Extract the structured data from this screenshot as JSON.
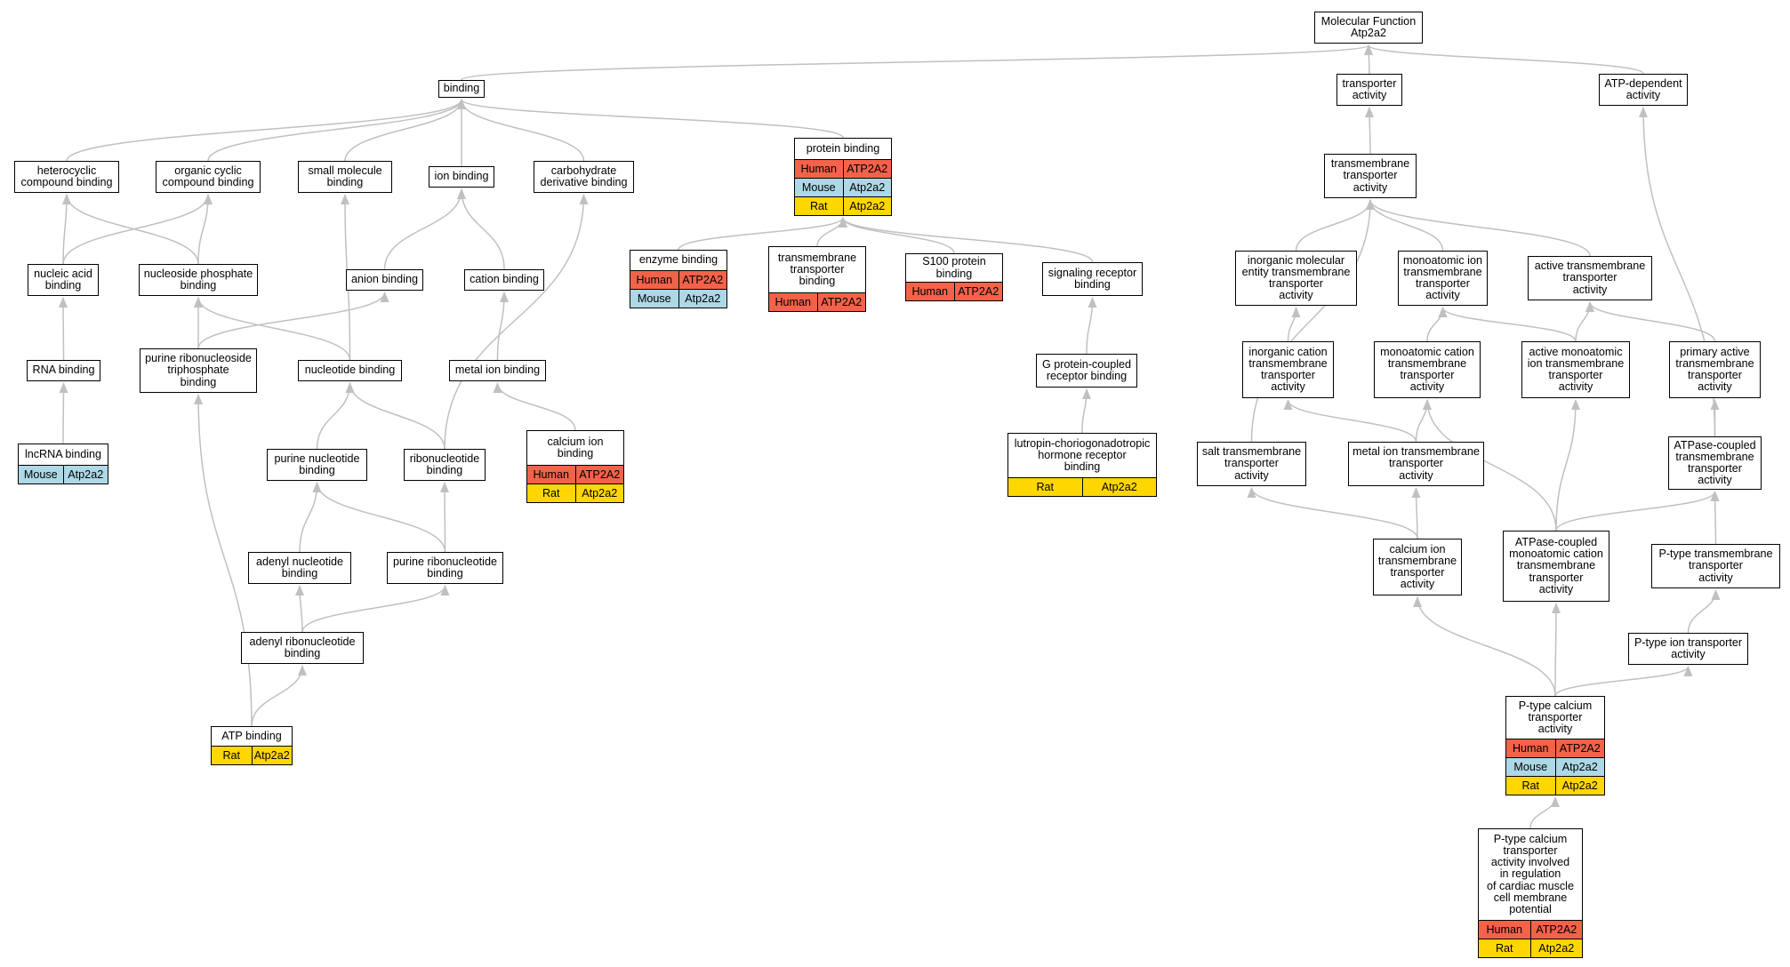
{
  "colors": {
    "edge": "#c0c0c0",
    "Human": "#f4624a",
    "Mouse": "#add8e6",
    "Rat": "#ffd700"
  },
  "nodes": [
    {
      "id": "mf",
      "label": "Molecular Function\nAtp2a2",
      "rows": []
    },
    {
      "id": "binding",
      "label": "binding",
      "rows": []
    },
    {
      "id": "transporter",
      "label": "transporter\nactivity",
      "rows": []
    },
    {
      "id": "atpdep",
      "label": "ATP-dependent\nactivity",
      "rows": []
    },
    {
      "id": "hetero",
      "label": "heterocyclic\ncompound binding",
      "rows": []
    },
    {
      "id": "orgcyc",
      "label": "organic cyclic\ncompound binding",
      "rows": []
    },
    {
      "id": "smallmol",
      "label": "small molecule\nbinding",
      "rows": []
    },
    {
      "id": "ion",
      "label": "ion binding",
      "rows": []
    },
    {
      "id": "carbo",
      "label": "carbohydrate\nderivative binding",
      "rows": []
    },
    {
      "id": "protein",
      "label": "protein binding",
      "rows": [
        [
          "Human",
          "ATP2A2"
        ],
        [
          "Mouse",
          "Atp2a2"
        ],
        [
          "Rat",
          "Atp2a2"
        ]
      ]
    },
    {
      "id": "tmtransp",
      "label": "transmembrane\ntransporter\nactivity",
      "rows": []
    },
    {
      "id": "nucacid",
      "label": "nucleic acid\nbinding",
      "rows": []
    },
    {
      "id": "nucphos",
      "label": "nucleoside phosphate\nbinding",
      "rows": []
    },
    {
      "id": "anion",
      "label": "anion binding",
      "rows": []
    },
    {
      "id": "cation",
      "label": "cation binding",
      "rows": []
    },
    {
      "id": "enzyme",
      "label": "enzyme binding",
      "rows": [
        [
          "Human",
          "ATP2A2"
        ],
        [
          "Mouse",
          "Atp2a2"
        ]
      ]
    },
    {
      "id": "tmtb",
      "label": "transmembrane\ntransporter\nbinding",
      "rows": [
        [
          "Human",
          "ATP2A2"
        ]
      ]
    },
    {
      "id": "s100",
      "label": "S100 protein\nbinding",
      "rows": [
        [
          "Human",
          "ATP2A2"
        ]
      ]
    },
    {
      "id": "sigrec",
      "label": "signaling receptor\nbinding",
      "rows": []
    },
    {
      "id": "inorgmol",
      "label": "inorganic molecular\nentity transmembrane\ntransporter\nactivity",
      "rows": []
    },
    {
      "id": "monoion",
      "label": "monoatomic ion\ntransmembrane\ntransporter\nactivity",
      "rows": []
    },
    {
      "id": "activetm",
      "label": "active transmembrane\ntransporter\nactivity",
      "rows": []
    },
    {
      "id": "rna",
      "label": "RNA binding",
      "rows": []
    },
    {
      "id": "purtri",
      "label": "purine ribonucleoside\ntriphosphate\nbinding",
      "rows": []
    },
    {
      "id": "nucleotide",
      "label": "nucleotide binding",
      "rows": []
    },
    {
      "id": "metal",
      "label": "metal ion binding",
      "rows": []
    },
    {
      "id": "gpcr",
      "label": "G protein-coupled\nreceptor binding",
      "rows": []
    },
    {
      "id": "inorgcat",
      "label": "inorganic cation\ntransmembrane\ntransporter\nactivity",
      "rows": []
    },
    {
      "id": "monocat",
      "label": "monoatomic cation\ntransmembrane\ntransporter\nactivity",
      "rows": []
    },
    {
      "id": "activemono",
      "label": "active monoatomic\nion transmembrane\ntransporter\nactivity",
      "rows": []
    },
    {
      "id": "primary",
      "label": "primary active\ntransmembrane\ntransporter\nactivity",
      "rows": []
    },
    {
      "id": "lncrna",
      "label": "lncRNA binding",
      "rows": [
        [
          "Mouse",
          "Atp2a2"
        ]
      ]
    },
    {
      "id": "purnuc",
      "label": "purine nucleotide\nbinding",
      "rows": []
    },
    {
      "id": "ribonuc",
      "label": "ribonucleotide\nbinding",
      "rows": []
    },
    {
      "id": "calcium",
      "label": "calcium ion\nbinding",
      "rows": [
        [
          "Human",
          "ATP2A2"
        ],
        [
          "Rat",
          "Atp2a2"
        ]
      ]
    },
    {
      "id": "lutropin",
      "label": "lutropin-choriogonadotropic\nhormone receptor\nbinding",
      "rows": [
        [
          "Rat",
          "Atp2a2"
        ]
      ]
    },
    {
      "id": "salt",
      "label": "salt transmembrane\ntransporter\nactivity",
      "rows": []
    },
    {
      "id": "metaltm",
      "label": "metal ion transmembrane\ntransporter\nactivity",
      "rows": []
    },
    {
      "id": "atpase",
      "label": "ATPase-coupled\ntransmembrane\ntransporter\nactivity",
      "rows": []
    },
    {
      "id": "adenyl",
      "label": "adenyl nucleotide\nbinding",
      "rows": []
    },
    {
      "id": "purribo",
      "label": "purine ribonucleotide\nbinding",
      "rows": []
    },
    {
      "id": "catm",
      "label": "calcium ion\ntransmembrane\ntransporter\nactivity",
      "rows": []
    },
    {
      "id": "atpasemono",
      "label": "ATPase-coupled\nmonoatomic cation\ntransmembrane\ntransporter\nactivity",
      "rows": []
    },
    {
      "id": "ptypetm",
      "label": "P-type transmembrane\ntransporter\nactivity",
      "rows": []
    },
    {
      "id": "adenylribo",
      "label": "adenyl ribonucleotide\nbinding",
      "rows": []
    },
    {
      "id": "ptypeion",
      "label": "P-type ion transporter\nactivity",
      "rows": []
    },
    {
      "id": "atpbind",
      "label": "ATP binding",
      "rows": [
        [
          "Rat",
          "Atp2a2"
        ]
      ]
    },
    {
      "id": "ptypeca",
      "label": "P-type calcium\ntransporter\nactivity",
      "rows": [
        [
          "Human",
          "ATP2A2"
        ],
        [
          "Mouse",
          "Atp2a2"
        ],
        [
          "Rat",
          "Atp2a2"
        ]
      ]
    },
    {
      "id": "ptypecardiac",
      "label": "P-type calcium\ntransporter\nactivity involved\nin regulation\nof cardiac muscle\ncell membrane\npotential",
      "rows": [
        [
          "Human",
          "ATP2A2"
        ],
        [
          "Rat",
          "Atp2a2"
        ]
      ]
    }
  ],
  "edges": [
    [
      "binding",
      "mf"
    ],
    [
      "transporter",
      "mf"
    ],
    [
      "atpdep",
      "mf"
    ],
    [
      "hetero",
      "binding"
    ],
    [
      "orgcyc",
      "binding"
    ],
    [
      "smallmol",
      "binding"
    ],
    [
      "ion",
      "binding"
    ],
    [
      "carbo",
      "binding"
    ],
    [
      "protein",
      "binding"
    ],
    [
      "tmtransp",
      "transporter"
    ],
    [
      "nucacid",
      "hetero"
    ],
    [
      "nucacid",
      "orgcyc"
    ],
    [
      "nucphos",
      "hetero"
    ],
    [
      "nucphos",
      "orgcyc"
    ],
    [
      "anion",
      "ion"
    ],
    [
      "cation",
      "ion"
    ],
    [
      "enzyme",
      "protein"
    ],
    [
      "tmtb",
      "protein"
    ],
    [
      "s100",
      "protein"
    ],
    [
      "sigrec",
      "protein"
    ],
    [
      "inorgmol",
      "tmtransp"
    ],
    [
      "monoion",
      "tmtransp"
    ],
    [
      "activetm",
      "tmtransp"
    ],
    [
      "salt",
      "tmtransp"
    ],
    [
      "rna",
      "nucacid"
    ],
    [
      "purtri",
      "nucphos"
    ],
    [
      "purtri",
      "anion"
    ],
    [
      "nucleotide",
      "nucphos"
    ],
    [
      "nucleotide",
      "smallmol"
    ],
    [
      "metal",
      "cation"
    ],
    [
      "gpcr",
      "sigrec"
    ],
    [
      "inorgcat",
      "inorgmol"
    ],
    [
      "monocat",
      "monoion"
    ],
    [
      "activemono",
      "monoion"
    ],
    [
      "activemono",
      "activetm"
    ],
    [
      "primary",
      "activetm"
    ],
    [
      "lncrna",
      "rna"
    ],
    [
      "purnuc",
      "nucleotide"
    ],
    [
      "ribonuc",
      "nucleotide"
    ],
    [
      "ribonuc",
      "carbo"
    ],
    [
      "calcium",
      "metal"
    ],
    [
      "lutropin",
      "gpcr"
    ],
    [
      "metaltm",
      "inorgcat"
    ],
    [
      "metaltm",
      "monocat"
    ],
    [
      "atpase",
      "primary"
    ],
    [
      "atpase",
      "atpdep"
    ],
    [
      "adenyl",
      "purnuc"
    ],
    [
      "purribo",
      "purnuc"
    ],
    [
      "purribo",
      "ribonuc"
    ],
    [
      "catm",
      "salt"
    ],
    [
      "catm",
      "metaltm"
    ],
    [
      "atpasemono",
      "monocat"
    ],
    [
      "atpasemono",
      "activemono"
    ],
    [
      "atpasemono",
      "atpase"
    ],
    [
      "ptypetm",
      "atpase"
    ],
    [
      "adenylribo",
      "adenyl"
    ],
    [
      "adenylribo",
      "purribo"
    ],
    [
      "ptypeion",
      "ptypetm"
    ],
    [
      "atpbind",
      "adenylribo"
    ],
    [
      "atpbind",
      "purtri"
    ],
    [
      "ptypeca",
      "catm"
    ],
    [
      "ptypeca",
      "atpasemono"
    ],
    [
      "ptypeca",
      "ptypeion"
    ],
    [
      "ptypecardiac",
      "ptypeca"
    ]
  ]
}
